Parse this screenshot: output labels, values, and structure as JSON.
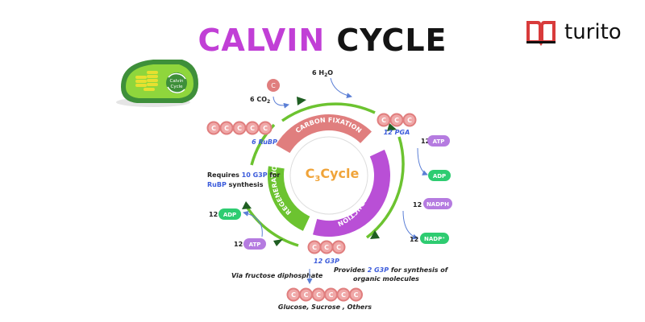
{
  "title": {
    "word1": "CALVIN",
    "word2": "CYCLE"
  },
  "brand": {
    "name": "turito"
  },
  "chloroplast": {
    "label_line1": "Calvin",
    "label_line2": "Cycle"
  },
  "center": {
    "prefix": "C",
    "subscript": "3",
    "suffix": "Cycle"
  },
  "ring_labels": {
    "carbon_fixation": "CARBON FIXATION",
    "reduction": "REDUCTION",
    "regeneration": "REGENERATION"
  },
  "atom_letter": "C",
  "inputs": {
    "co2": {
      "count": "6",
      "formula": "CO",
      "sub": "2"
    },
    "h2o": {
      "count": "6",
      "formula_h": "H",
      "sub": "2",
      "formula_o": "O"
    }
  },
  "molecules": {
    "pga": "12 PGA",
    "rubp": "6 RuBP",
    "g3p": "12 G3P"
  },
  "pills": {
    "atp_right": {
      "count": "12",
      "label": "ATP"
    },
    "adp_right": {
      "label": "ADP"
    },
    "nadph": {
      "count": "12",
      "label": "NADPH"
    },
    "nadp": {
      "count": "12",
      "label": "NADP⁺"
    },
    "adp_left": {
      "count": "12",
      "label": "ADP"
    },
    "atp_left": {
      "count": "12",
      "label": "ATP"
    }
  },
  "notes": {
    "requires_pre": "Requires ",
    "requires_highlight": "10 G3P",
    "requires_post": " for",
    "requires_line2_highlight": "RuBP",
    "requires_line2_post": " synthesis",
    "via": "Via fructose diphosphate",
    "provides_pre": "Provides ",
    "provides_highlight": "2 G3P",
    "provides_post": " for synthesis of",
    "provides_line2": "organic molecules",
    "products": "Glucose, Sucrose , Others"
  },
  "colors": {
    "title_accent": "#c13fd6",
    "green": "#6cc330",
    "salmon": "#e07e7e",
    "pink_atom": "#f0a8a8",
    "purple": "#b94fd6",
    "pill_purple": "#b57be0",
    "pill_green": "#2ecc71",
    "blue_text": "#3b5bdb",
    "orange_text": "#f0a43a",
    "dark_green": "#1f5e22"
  }
}
